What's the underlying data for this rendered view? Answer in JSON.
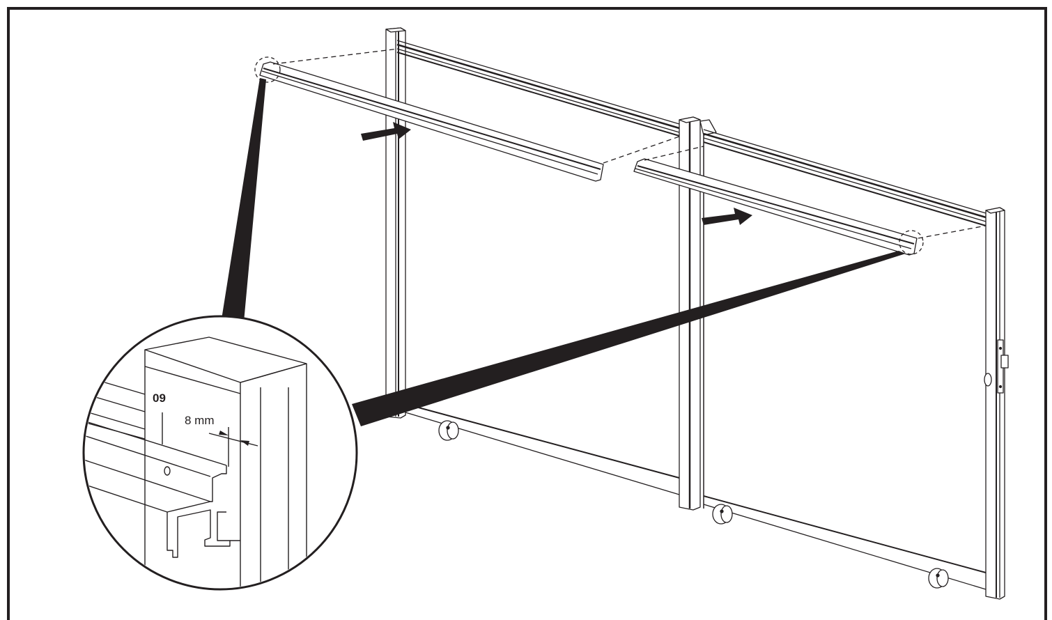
{
  "figure": {
    "type": "assembly-instruction-illustration",
    "subject": "Sliding partition frame – mounting top guide rails",
    "colors": {
      "line": "#231f20",
      "background": "#ffffff",
      "arrow": "#231f20"
    }
  },
  "callout": {
    "part_number": "09",
    "dimension": "8 mm"
  },
  "annotations": {
    "arrows": [
      {
        "name": "insert-arrow-left",
        "direction": "right"
      },
      {
        "name": "insert-arrow-right",
        "direction": "right"
      }
    ],
    "detail_circles": [
      {
        "name": "detail-marker-left"
      },
      {
        "name": "detail-marker-right"
      }
    ]
  }
}
